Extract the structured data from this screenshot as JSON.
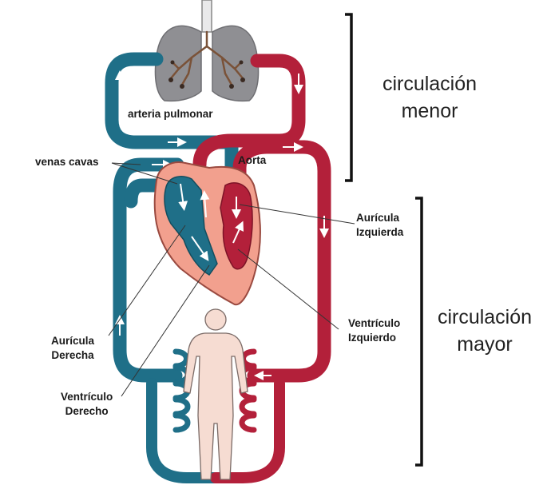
{
  "colors": {
    "venous_blue": "#1f6f88",
    "arterial_red": "#b3203a",
    "lung_gray": "#8f8f93",
    "heart_pink": "#f2a08e",
    "body_skin": "#f6dcd2"
  },
  "labels": {
    "arteria_pulmonar": "arteria pulmonar",
    "venas_cavas": "venas cavas",
    "aorta": "Aorta",
    "auricula_izquierda": [
      "Aurícula",
      "Izquierda"
    ],
    "ventriculo_izquierdo": [
      "Ventrículo",
      "Izquierdo"
    ],
    "auricula_derecha": [
      "Aurícula",
      "Derecha"
    ],
    "ventriculo_derecho": [
      "Ventrículo",
      "Derecho"
    ]
  },
  "circulations": {
    "menor": [
      "circulación",
      "menor"
    ],
    "mayor": [
      "circulación",
      "mayor"
    ]
  }
}
